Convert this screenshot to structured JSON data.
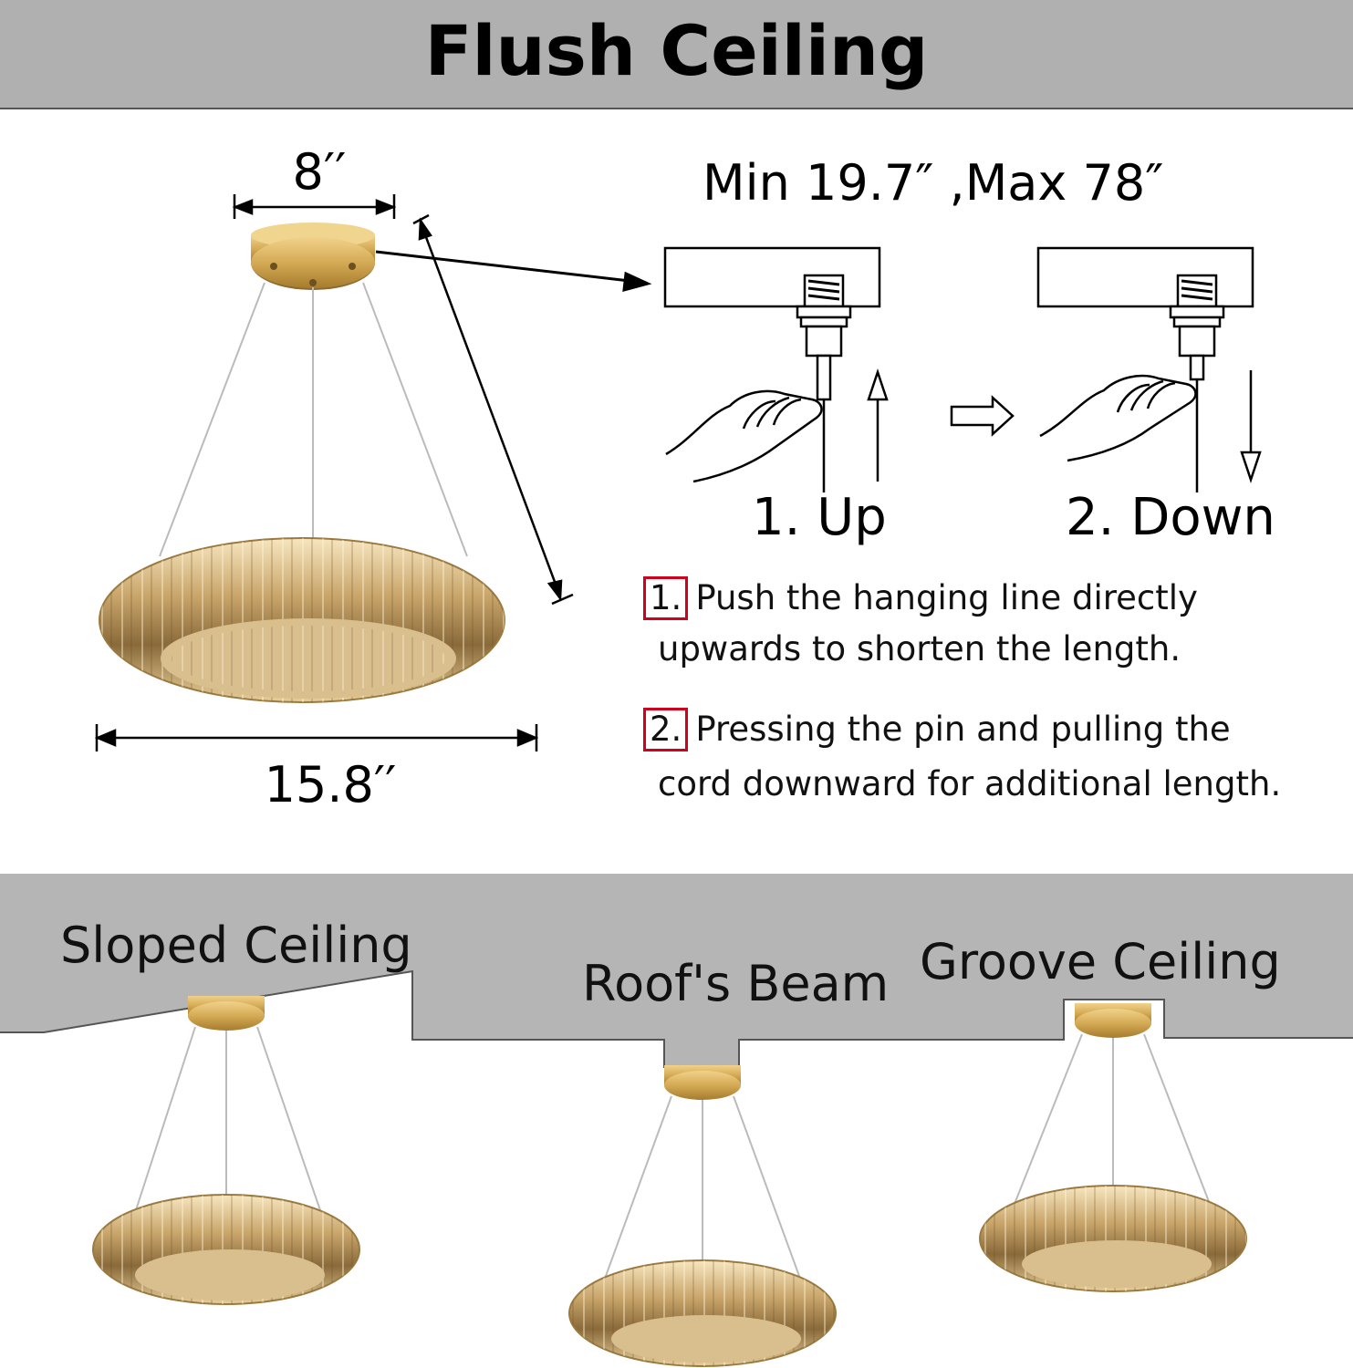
{
  "header": {
    "title": "Flush Ceiling"
  },
  "dimensions": {
    "canopy_width": "8′′",
    "ring_width": "15.8′′",
    "length_range": "Min 19.7″  ,Max 78″"
  },
  "steps": {
    "up_label": "1. Up",
    "down_label": "2. Down"
  },
  "instructions": [
    {
      "number": "1.",
      "line1": "Push the hanging line directly",
      "line2": "upwards to shorten the length."
    },
    {
      "number": "2.",
      "line1": "Pressing the pin and pulling the",
      "line2": "cord downward for additional length."
    }
  ],
  "ceilings": {
    "sloped": "Sloped Ceiling",
    "beam": "Roof's Beam",
    "groove": "Groove Ceiling"
  },
  "colors": {
    "band": "#b0b0b0",
    "ceiling": "#b5b5b5",
    "gold": "#d4aa55",
    "highlight": "#d0021b"
  }
}
